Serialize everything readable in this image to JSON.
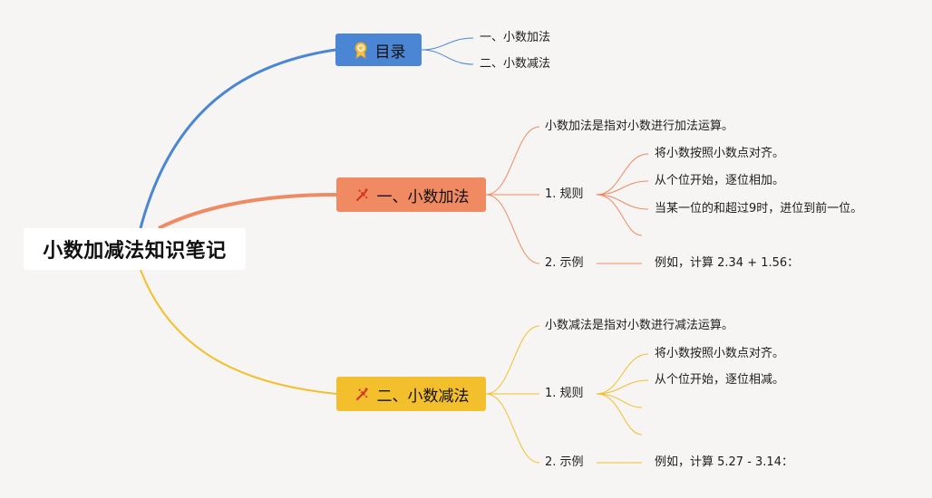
{
  "root": {
    "title": "小数加减法知识笔记"
  },
  "branches": {
    "toc": {
      "label": "目录",
      "icon": "award-badge-icon",
      "color": "#4a86d4",
      "items": [
        "一、小数加法",
        "二、小数减法"
      ]
    },
    "addition": {
      "label": "一、小数加法",
      "icon": "pencil-ruler-icon",
      "color": "#f08a63",
      "definition": "小数加法是指对小数进行加法运算。",
      "rules_label": "1. 规则",
      "rules": [
        "将小数按照小数点对齐。",
        "从个位开始，逐位相加。",
        "当某一位的和超过9时，进位到前一位。"
      ],
      "example_label": "2. 示例",
      "example": "例如，计算 2.34 + 1.56："
    },
    "subtraction": {
      "label": "二、小数减法",
      "icon": "pencil-ruler-icon",
      "color": "#f3bf2c",
      "definition": "小数减法是指对小数进行减法运算。",
      "rules_label": "1. 规则",
      "rules": [
        "将小数按照小数点对齐。",
        "从个位开始，逐位相减。"
      ],
      "example_label": "2. 示例",
      "example": "例如，计算 5.27 - 3.14："
    }
  }
}
